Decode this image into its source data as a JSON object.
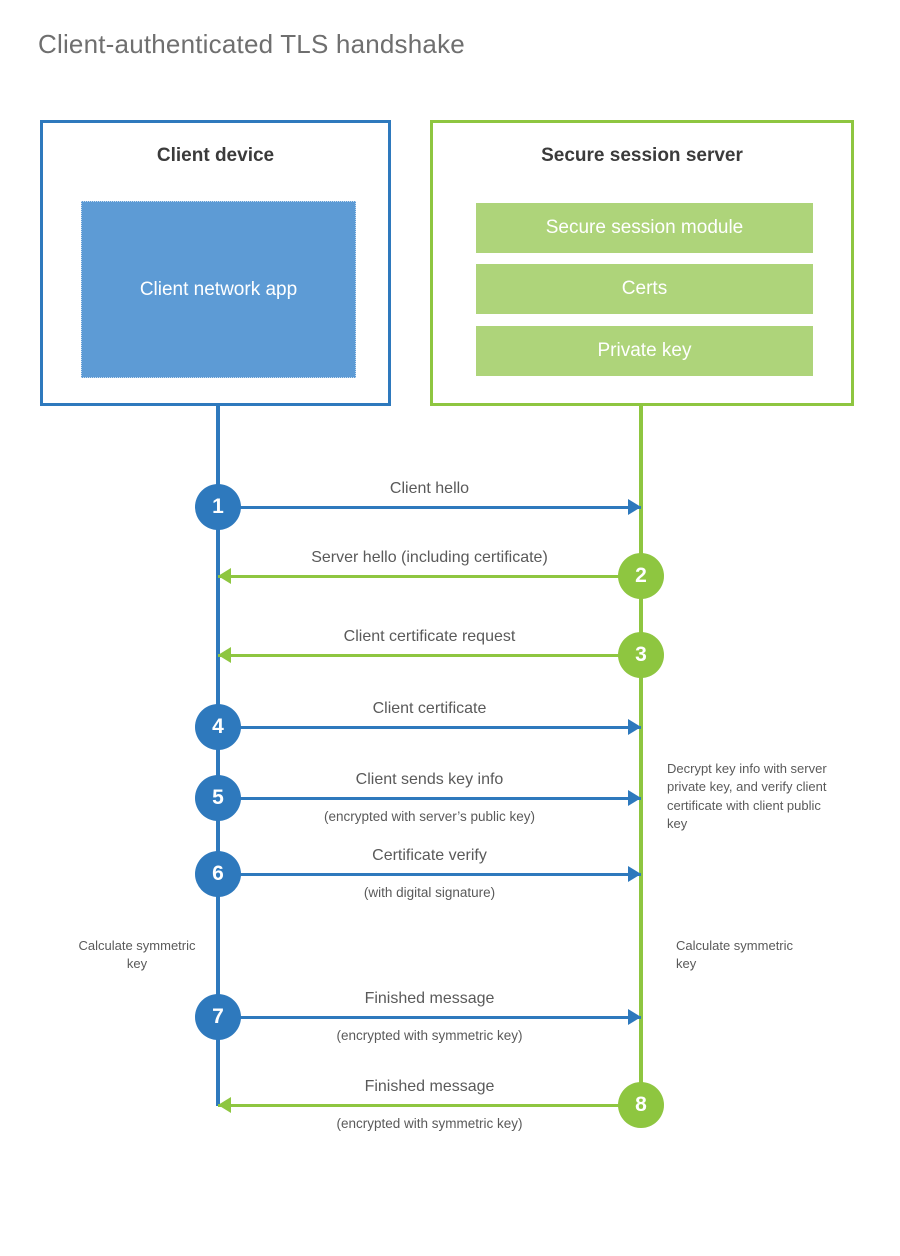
{
  "title": "Client-authenticated TLS handshake",
  "colors": {
    "client_blue": "#2e79bd",
    "client_app_fill": "#5d9bd5",
    "server_green": "#8ec640",
    "server_bar_fill": "#aed47a",
    "text_gray": "#5a5a5a",
    "title_gray": "#6f6f6f"
  },
  "client_panel": {
    "title": "Client device",
    "app_label": "Client network app"
  },
  "server_panel": {
    "title": "Secure session server",
    "bars": [
      {
        "label": "Secure session module"
      },
      {
        "label": "Certs"
      },
      {
        "label": "Private key"
      }
    ]
  },
  "steps": [
    {
      "number": "1",
      "label": "Client hello",
      "sublabel": "",
      "direction": "client-to-server",
      "color": "blue"
    },
    {
      "number": "2",
      "label": "Server hello (including certificate)",
      "sublabel": "",
      "direction": "server-to-client",
      "color": "green"
    },
    {
      "number": "3",
      "label": "Client certificate request",
      "sublabel": "",
      "direction": "server-to-client",
      "color": "green"
    },
    {
      "number": "4",
      "label": "Client certificate",
      "sublabel": "",
      "direction": "client-to-server",
      "color": "blue"
    },
    {
      "number": "5",
      "label": "Client sends key info",
      "sublabel": "(encrypted with server’s public key)",
      "direction": "client-to-server",
      "color": "blue"
    },
    {
      "number": "6",
      "label": "Certificate verify",
      "sublabel": "(with digital signature)",
      "direction": "client-to-server",
      "color": "blue"
    },
    {
      "number": "7",
      "label": "Finished message",
      "sublabel": "(encrypted with symmetric key)",
      "direction": "client-to-server",
      "color": "blue"
    },
    {
      "number": "8",
      "label": "Finished message",
      "sublabel": "(encrypted with symmetric key)",
      "direction": "server-to-client",
      "color": "green"
    }
  ],
  "notes": {
    "server_decrypt": "Decrypt key info with server private key, and verify client certificate with client public key",
    "client_calculate": "Calculate symmetric key",
    "server_calculate": "Calculate symmetric key"
  }
}
